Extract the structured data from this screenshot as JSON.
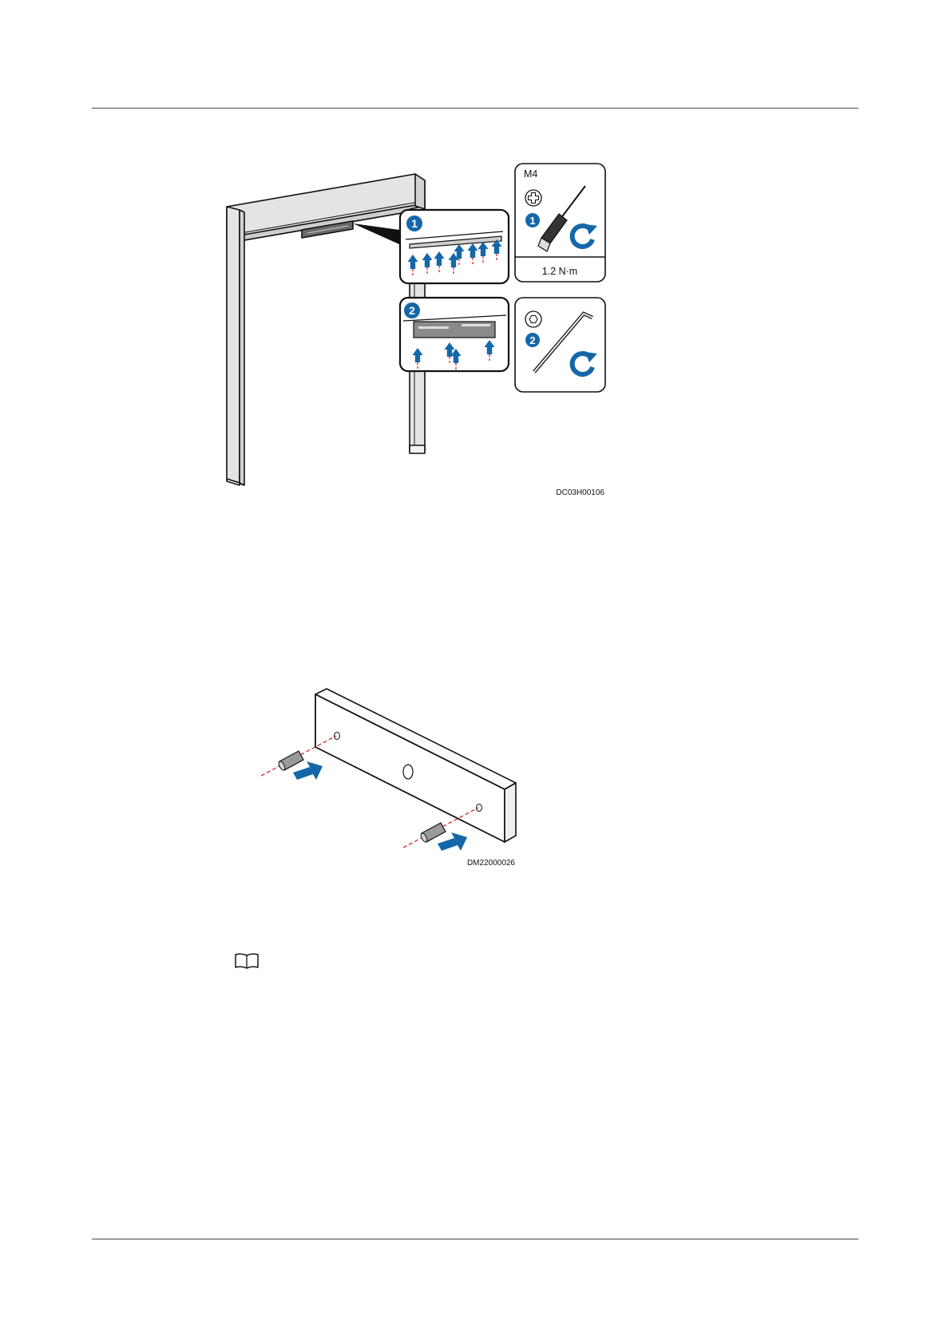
{
  "figure1": {
    "code": "DC03H00106",
    "callouts": [
      {
        "step": "1",
        "tool_spec": "M4",
        "torque": "1.2 N·m",
        "tool": "phillips-screwdriver-icon"
      },
      {
        "step": "2",
        "tool": "hex-key-icon"
      }
    ]
  },
  "figure2": {
    "code": "DM22000026"
  },
  "note": {
    "icon": "note-book-icon"
  },
  "colors": {
    "accent_blue": "#1467A8",
    "guide_red": "#D62B2B",
    "frame_gray": "#E4E4E4",
    "line": "#111111"
  }
}
